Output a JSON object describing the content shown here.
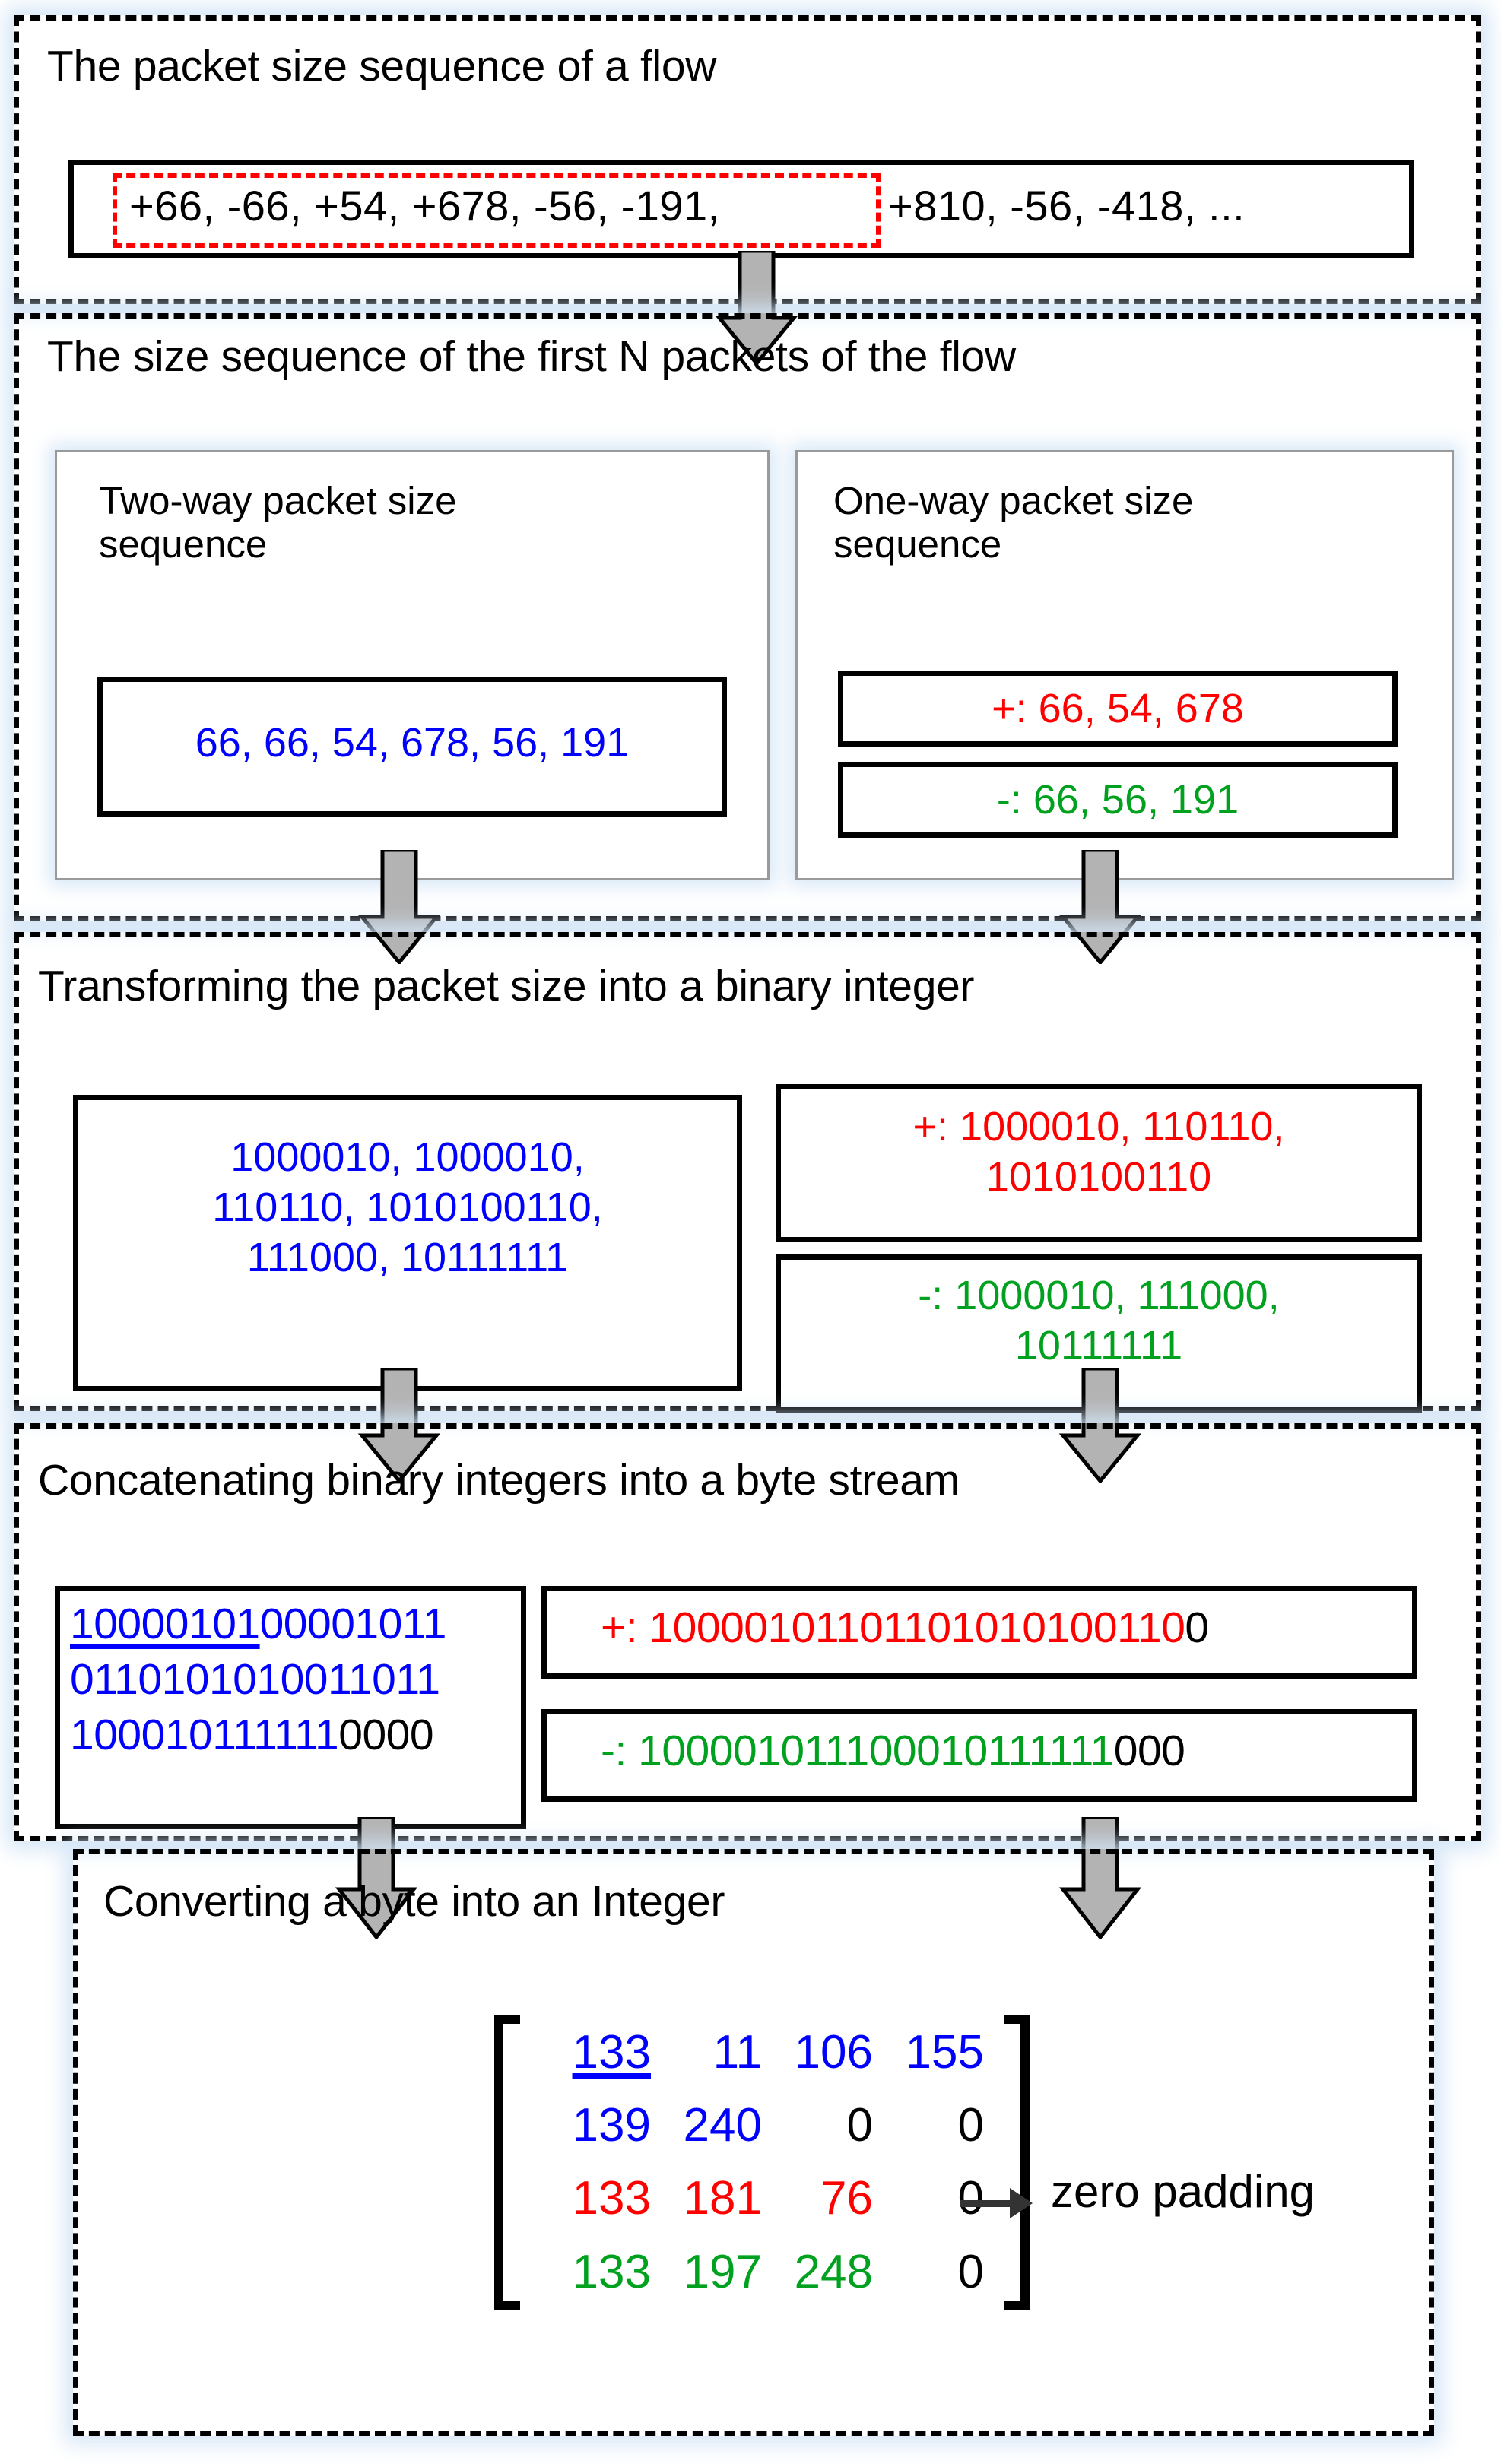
{
  "colors": {
    "blue": "#0000ff",
    "red": "#ff0000",
    "green": "#00a11e",
    "black": "#000000",
    "highlight_dash": "#ff0000",
    "arrow_fill": "#b3b3b3"
  },
  "stage1": {
    "title": "The packet size sequence of a flow",
    "sequence_highlighted": "+66, -66, +54, +678, -56, -191,",
    "sequence_rest": "+810, -56, -418, ..."
  },
  "stage2": {
    "title": "The size sequence of the first N packets of the flow",
    "two_way": {
      "label": "Two-way packet size\nsequence",
      "value": "66, 66, 54, 678, 56, 191"
    },
    "one_way": {
      "label": "One-way packet size\nsequence",
      "forward": "+: 66, 54, 678",
      "backward": "-: 66, 56, 191"
    }
  },
  "stage3": {
    "title": "Transforming the packet size into a binary integer",
    "two_way_binary": "1000010, 1000010,\n110110, 1010100110,\n111000, 10111111",
    "forward_binary": "+: 1000010, 110110,\n1010100110",
    "backward_binary": "-: 1000010, 111000,\n10111111"
  },
  "stage4": {
    "title": "Concatenating binary integers into a byte stream",
    "two_way_stream": {
      "line1_underlined": "10000101",
      "line1_rest": "00001011",
      "line2": "0110101010011011",
      "line3_data": "100010111111",
      "line3_pad": "0000"
    },
    "forward_stream": {
      "prefix": "+: ",
      "data": "10000101101101010100110",
      "pad": "0"
    },
    "backward_stream": {
      "prefix": "-: ",
      "data": "100001011100010111111",
      "pad": "000"
    }
  },
  "stage5": {
    "title": "Converting a byte into an Integer",
    "annotation": "zero padding",
    "matrix": [
      {
        "color": "blue",
        "cells": [
          "133",
          "11",
          "106",
          "155"
        ],
        "underline_first": true,
        "zero_cells": []
      },
      {
        "color": "blue",
        "cells": [
          "139",
          "240",
          "0",
          "0"
        ],
        "underline_first": false,
        "zero_cells": [
          2,
          3
        ]
      },
      {
        "color": "red",
        "cells": [
          "133",
          "181",
          "76",
          "0"
        ],
        "underline_first": false,
        "zero_cells": [
          3
        ]
      },
      {
        "color": "green",
        "cells": [
          "133",
          "197",
          "248",
          "0"
        ],
        "underline_first": false,
        "zero_cells": [
          3
        ]
      }
    ]
  },
  "icons": {
    "down_arrow": "down-arrow-icon",
    "right_arrow": "right-arrow-icon"
  }
}
